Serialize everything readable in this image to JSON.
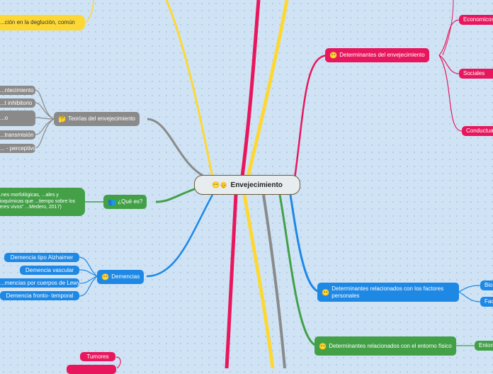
{
  "center": {
    "title": "Envejecimiento",
    "icons": "😶👴"
  },
  "branches": {
    "determinantes": {
      "label": "Determinantes del envejecimiento",
      "children": [
        "Economicos",
        "Sociales",
        "Conductuales"
      ]
    },
    "personales": {
      "label": "Determinantes relacionados con los factores personales",
      "children": [
        "Biológicos",
        "Factores"
      ]
    },
    "entorno": {
      "label": "Determinantes relacionados con el entorno físico",
      "children": [
        "Entorno"
      ]
    },
    "teorias": {
      "label": "Teorías del envejecimiento",
      "children": [
        "...ntecimiento",
        "...t inhibitorio",
        "...o",
        "...transmisión",
        "... - perceptivo"
      ]
    },
    "que_es": {
      "label": "¿Qué es?",
      "definition": "...nes morfológicas, ...ales y bioquímicas que ...tiempo sobre los seres vivos\" ...Medero, 2017)"
    },
    "demencias": {
      "label": "Demencias",
      "children": [
        "Demencia tipo Alzhaimer",
        "Demencia vascular",
        "...mencias por cuerpos de Lewy",
        "Demencia fronto- temporal"
      ]
    },
    "deglucion": {
      "label": "...ción en la deglución, común"
    },
    "bottom": {
      "children": [
        "Tumores",
        ""
      ]
    }
  },
  "colors": {
    "pink": "#e8175d",
    "blue": "#1e88e5",
    "gray": "#8a8a8a",
    "green": "#43a047",
    "yellow": "#fdd835",
    "purple": "#7b3fb8"
  }
}
